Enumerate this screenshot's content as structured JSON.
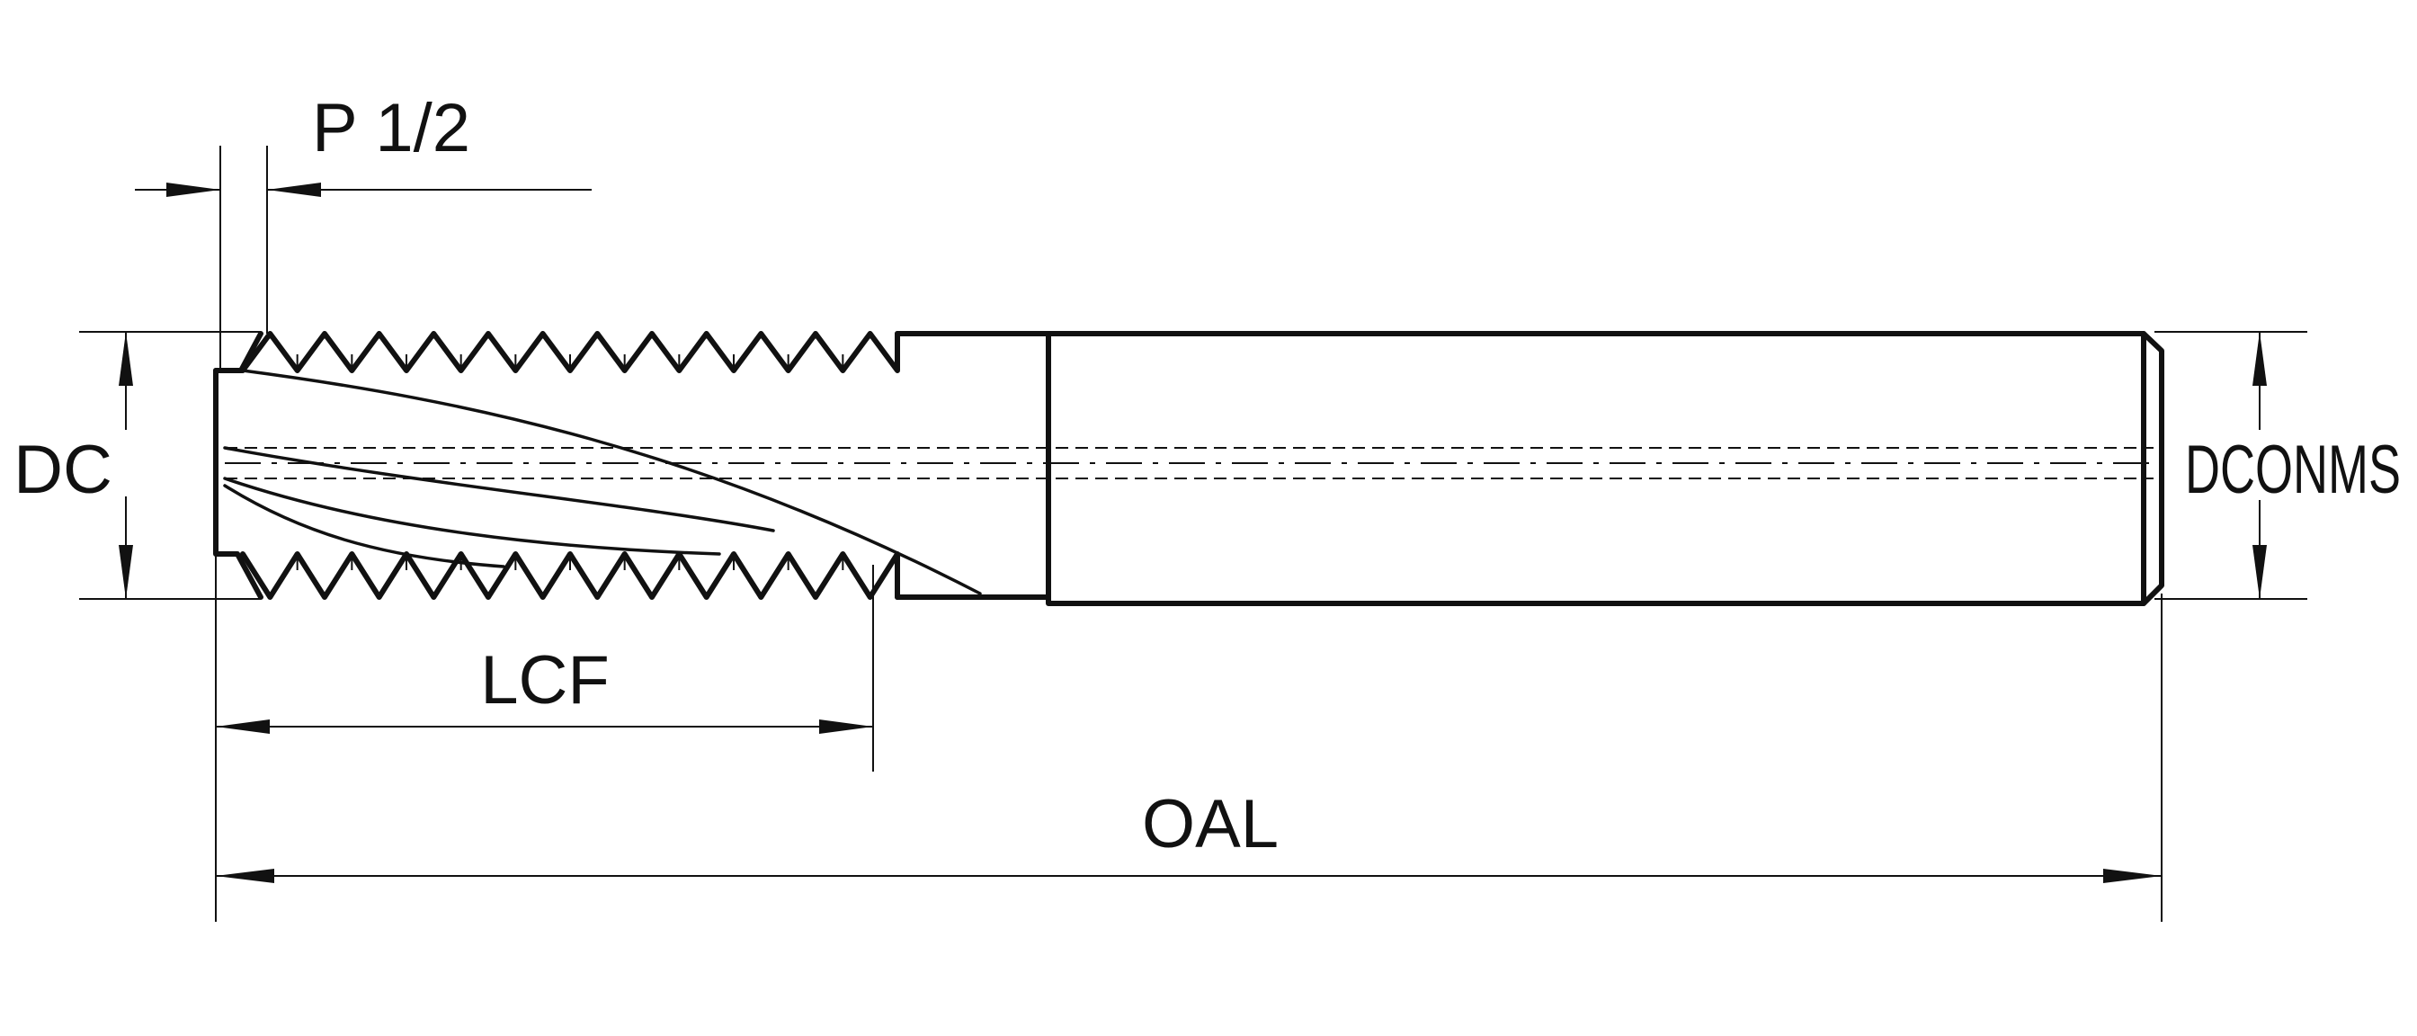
{
  "labels": {
    "pitch": "P 1/2",
    "dc": "DC",
    "dconms": "DCONMS",
    "lcf": "LCF",
    "oal": "OAL"
  },
  "colors": {
    "line": "#111111",
    "background": "#ffffff"
  }
}
